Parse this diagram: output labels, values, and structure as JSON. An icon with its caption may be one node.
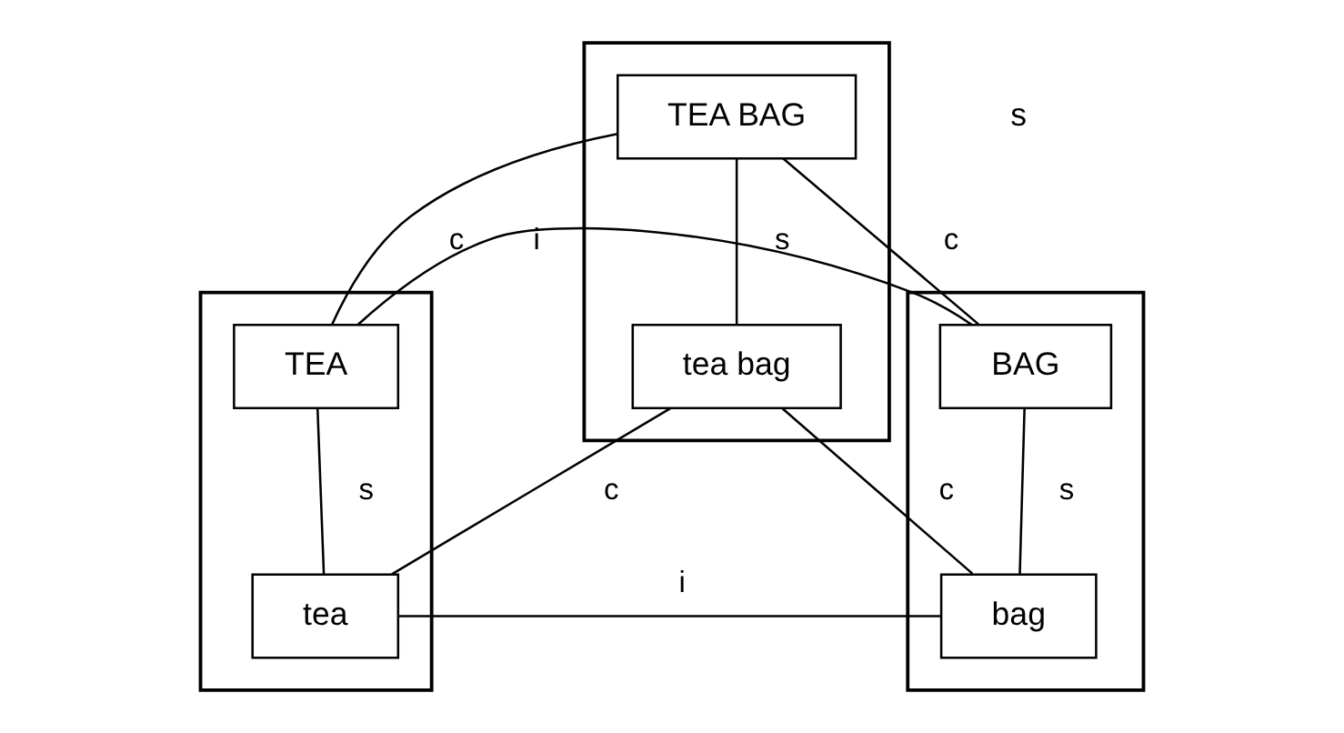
{
  "diagram": {
    "nodes": [
      {
        "text": [],
        "shape": "box"
      },
      {
        "text": [
          "TEA BAG"
        ],
        "in": 0
      },
      {
        "text": [
          "tea bag"
        ],
        "in": 0
      },
      {
        "text": [],
        "shape": "box"
      },
      {
        "text": [
          "TEA"
        ],
        "in": 3
      },
      {
        "text": [
          "tea"
        ],
        "in": 3
      },
      {
        "text": [],
        "shape": "box"
      },
      {
        "text": [
          "BAG"
        ],
        "in": 6
      },
      {
        "text": [
          "bag"
        ],
        "in": 6
      }
    ],
    "edges": [
      {
        "from": 1,
        "to": 4,
        "arrow": "none",
        "label": "c"
      },
      {
        "from": 1,
        "to": 7,
        "arrow": "none",
        "label": "c"
      },
      {
        "from": 4,
        "to": 7,
        "arrow": "none",
        "label": "i"
      },
      {
        "from": 1,
        "to": 2,
        "arrow": "none",
        "label": "s"
      },
      {
        "from": 4,
        "to": 5,
        "arrow": "none",
        "label": "s"
      },
      {
        "from": 7,
        "to": 8,
        "arrow": "none",
        "label": "s"
      },
      {
        "from": 2,
        "to": 5,
        "arrow": "none",
        "label": "c"
      },
      {
        "from": 2,
        "to": 8,
        "arrow": "none",
        "label": "c"
      },
      {
        "from": 5,
        "to": 8,
        "arrow": "none",
        "label": "i"
      }
    ],
    "labels": [
      "s"
    ]
  }
}
